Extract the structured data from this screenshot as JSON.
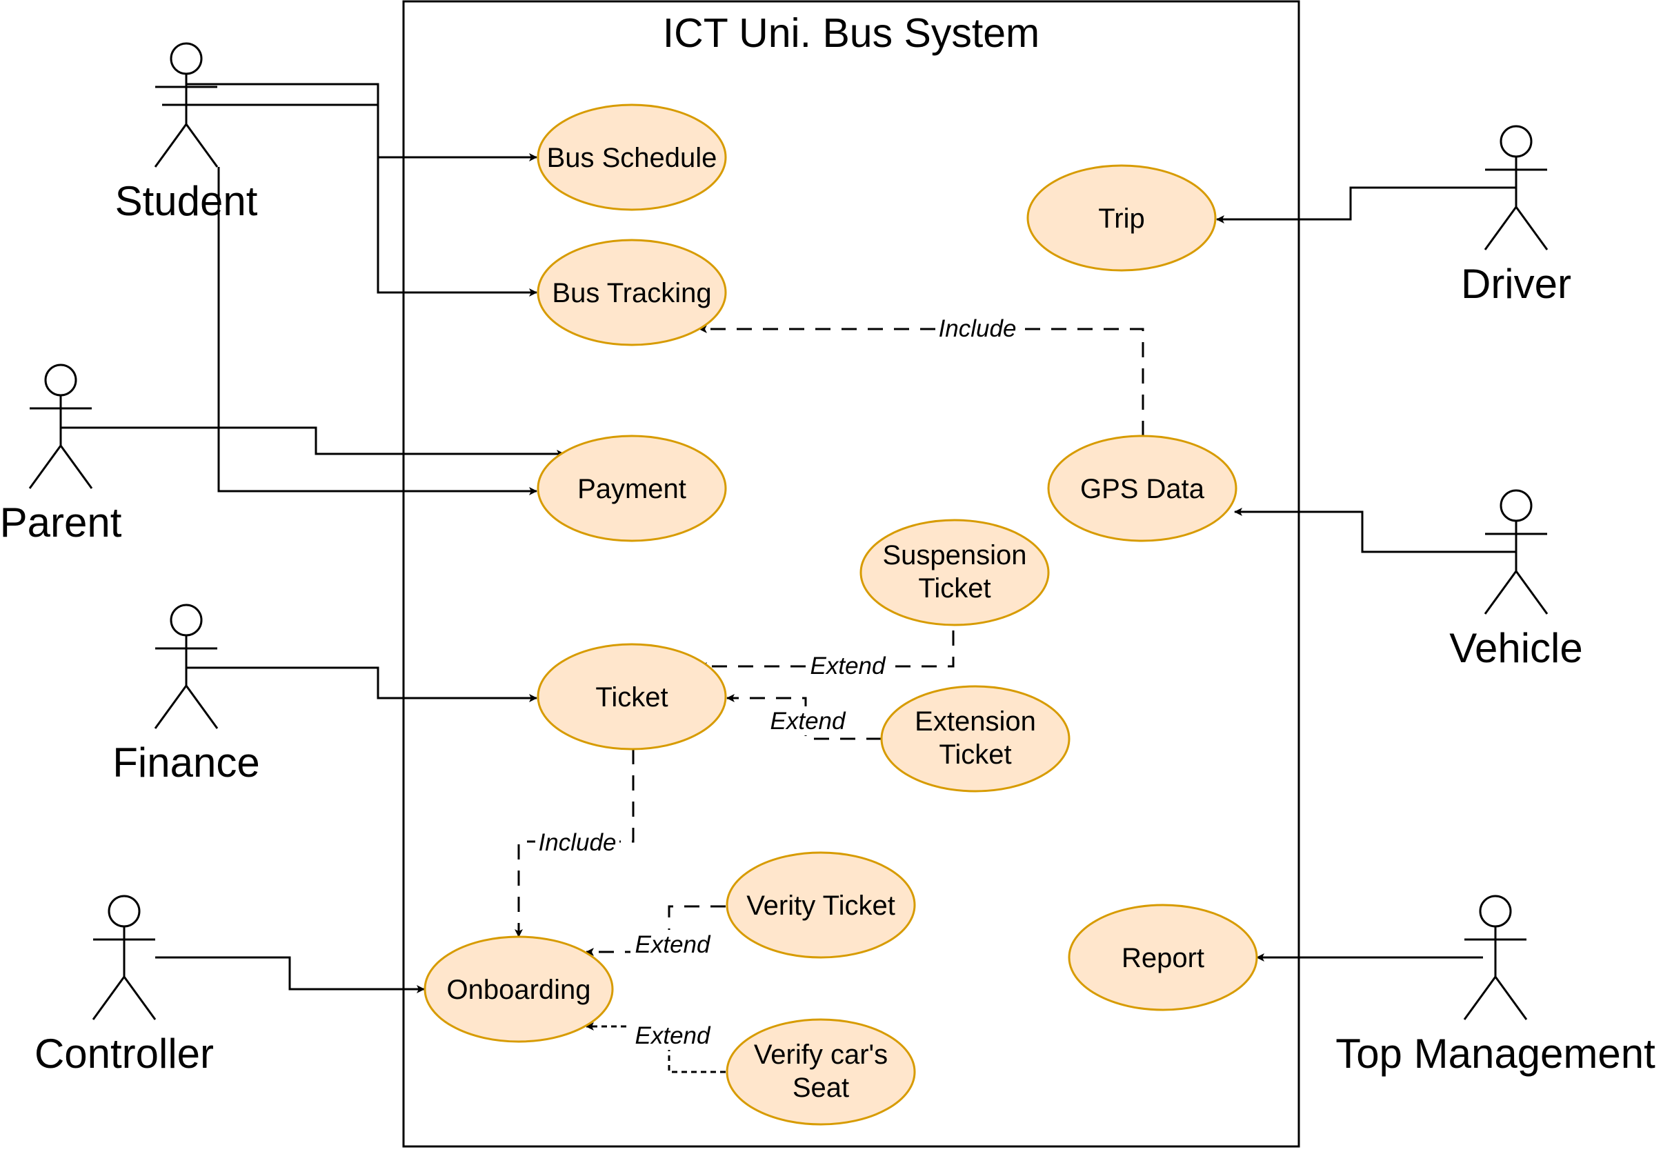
{
  "diagram": {
    "title": "ICT Uni. Bus System",
    "actors": {
      "student": "Student",
      "parent": "Parent",
      "finance": "Finance",
      "controller": "Controller",
      "driver": "Driver",
      "vehicle": "Vehicle",
      "top_management": "Top Management"
    },
    "use_cases": {
      "bus_schedule": [
        "Bus Schedule"
      ],
      "bus_tracking": [
        "Bus Tracking"
      ],
      "payment": [
        "Payment"
      ],
      "ticket": [
        "Ticket"
      ],
      "onboarding": [
        "Onboarding"
      ],
      "trip": [
        "Trip"
      ],
      "gps_data": [
        "GPS Data"
      ],
      "suspension_ticket": [
        "Suspension",
        "Ticket"
      ],
      "extension_ticket": [
        "Extension",
        "Ticket"
      ],
      "verity_ticket": [
        "Verity Ticket"
      ],
      "verify_seat": [
        "Verify car's",
        "Seat"
      ],
      "report": [
        "Report"
      ]
    },
    "relations": {
      "gps_include": "Include",
      "suspension_extend": "Extend",
      "extension_extend": "Extend",
      "ticket_include": "Include",
      "verity_extend": "Extend",
      "seat_extend": "Extend"
    },
    "colors": {
      "usecase_fill": "#ffe6cc",
      "usecase_stroke": "#d79b00",
      "line": "#000000"
    }
  }
}
